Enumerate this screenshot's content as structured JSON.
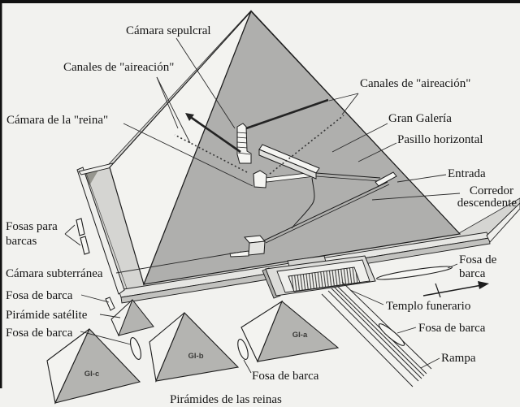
{
  "diagram": {
    "type": "cutaway-illustration",
    "subject": "Great Pyramid complex cutaway (Spanish labels)",
    "language": "es"
  },
  "palette": {
    "background": "#f2f2ef",
    "ink": "#1c1c1c",
    "face_shaded": "#afafad",
    "face_lit": "#f3f3f0",
    "pavement": "#d5d5d2",
    "rim_top": "#e6e6e3",
    "rim_front": "#c2c2bf",
    "queen_face_shaded": "#b4b4b1",
    "temple_wall": "#dcdcd9",
    "border": "#111111"
  },
  "labels": {
    "camara_sepulcral": "Cámara sepulcral",
    "canales_aireacion_oeste": "Canales de \"aireación\"",
    "camara_de_la_reina": "Cámara de la \"reina\"",
    "canales_aireacion_este": "Canales de \"aireación\"",
    "gran_galeria": "Gran Galería",
    "pasillo_horizontal": "Pasillo horizontal",
    "entrada": "Entrada",
    "corredor_descendente_1": "Corredor",
    "corredor_descendente_2": "descendente",
    "fosas_para_barcas_1": "Fosas para",
    "fosas_para_barcas_2": "barcas",
    "camara_subterranea": "Cámara subterránea",
    "fosa_de_barca_oeste": "Fosa de barca",
    "piramide_satelite": "Pirámide satélite",
    "fosa_de_barca_suroeste": "Fosa de barca",
    "fosa_de_barca_este_1": "Fosa de",
    "fosa_de_barca_este_2": "barca",
    "templo_funerario": "Templo funerario",
    "fosa_de_barca_rampa": "Fosa de barca",
    "rampa": "Rampa",
    "fosa_de_barca_sur": "Fosa de barca",
    "piramides_de_las_reinas": "Pirámides de las reinas",
    "gi_a": "GI-a",
    "gi_b": "GI-b",
    "gi_c": "GI-c"
  }
}
